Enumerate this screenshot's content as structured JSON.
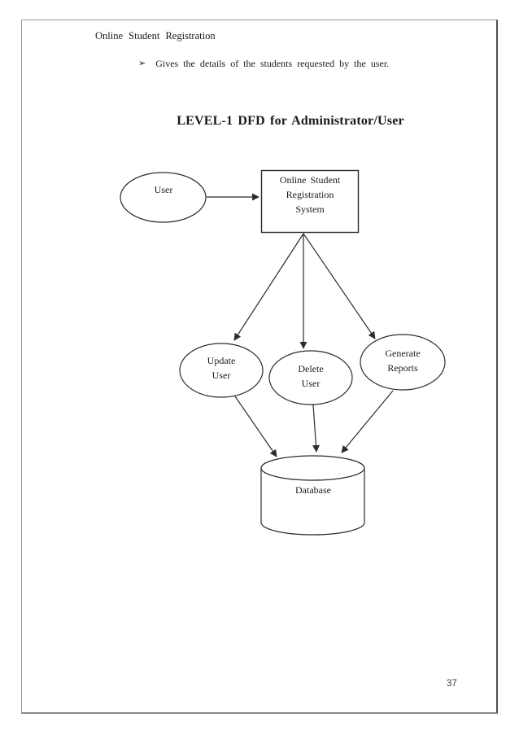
{
  "page": {
    "header": "Online Student Registration",
    "bullet": {
      "marker": "➢",
      "text": "Gives the details of the students requested by the user."
    },
    "title": "LEVEL-1 DFD for Administrator/User",
    "page_number": "37"
  },
  "diagram": {
    "type": "data-flow-diagram",
    "nodes": {
      "user": {
        "shape": "ellipse",
        "label": "User"
      },
      "system": {
        "shape": "rectangle",
        "lines": [
          "Online Student",
          "Registration",
          "System"
        ]
      },
      "update_user": {
        "shape": "ellipse",
        "lines": [
          "Update",
          "User"
        ]
      },
      "delete_user": {
        "shape": "ellipse",
        "lines": [
          "Delete",
          "User"
        ]
      },
      "generate_reports": {
        "shape": "ellipse",
        "lines": [
          "Generate",
          "Reports"
        ]
      },
      "database": {
        "shape": "cylinder",
        "label": "Database"
      }
    },
    "edges": [
      "user -> system",
      "system -> update_user",
      "system -> delete_user",
      "system -> generate_reports",
      "update_user -> database",
      "delete_user -> database",
      "generate_reports -> database"
    ],
    "colors": {
      "stroke": "#2b2b2b",
      "text": "#1a1a1a",
      "page_border": "#9b9b9b",
      "background": "#ffffff"
    }
  }
}
